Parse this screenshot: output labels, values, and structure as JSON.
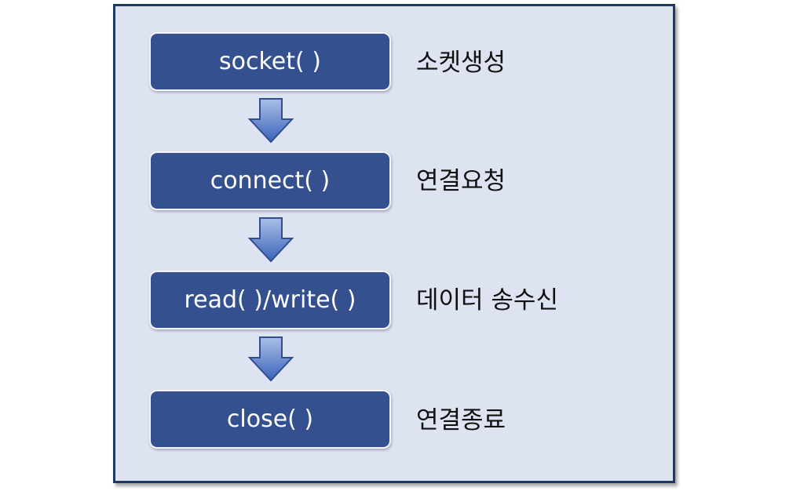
{
  "steps": [
    {
      "label": "socket( )",
      "desc": "소켓생성"
    },
    {
      "label": "connect( )",
      "desc": "연결요청"
    },
    {
      "label": "read( )/write( )",
      "desc": "데이터 송수신"
    },
    {
      "label": "close( )",
      "desc": "연결종료"
    }
  ],
  "colors": {
    "panel_bg": "#dde3f1",
    "panel_border": "#1f3864",
    "box_fill": "#34508f",
    "arrow_fill": "#4a72c4"
  }
}
